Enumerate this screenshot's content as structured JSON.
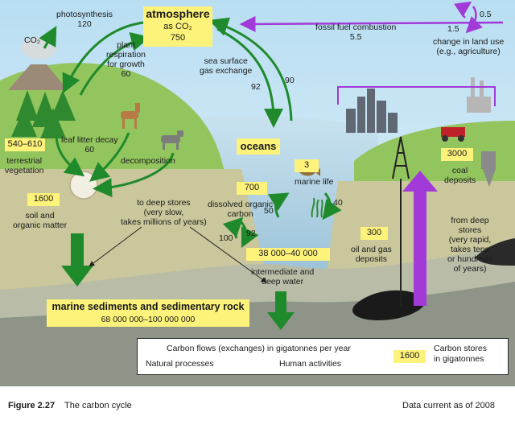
{
  "atmosphere": {
    "title": "atmosphere",
    "sub": "as CO₂",
    "value": "750"
  },
  "photosynthesis": {
    "label": "photosynthesis",
    "value": "120"
  },
  "co2_label": "CO₂",
  "plant_respiration": {
    "label1": "plant",
    "label2": "respiration",
    "label3": "for growth",
    "value": "60"
  },
  "sea_surface": {
    "label1": "sea surface",
    "label2": "gas exchange",
    "value_in": "92",
    "value_out": "90"
  },
  "fossil": {
    "label": "fossil fuel combustion",
    "value": "5.5"
  },
  "land_use": {
    "label1": "change in land use",
    "label2": "(e.g., agriculture)",
    "value_a": "0.5",
    "value_b": "1.5"
  },
  "terrestrial": {
    "value": "540–610",
    "label1": "terrestrial",
    "label2": "vegetation"
  },
  "leaf_litter": {
    "label": "leaf litter decay",
    "value": "60"
  },
  "decomposition": "decomposition",
  "oceans": "oceans",
  "marine_life": {
    "value": "3",
    "label": "marine life",
    "flow_a": "50",
    "flow_b": "40"
  },
  "dissolved": {
    "value": "700",
    "label1": "dissolved organic",
    "label2": "carbon",
    "flow_a": "100",
    "flow_b": "92"
  },
  "deep_water": {
    "value": "38 000–40 000",
    "label1": "intermediate and",
    "label2": "deep water"
  },
  "coal": {
    "value": "3000",
    "label1": "coal",
    "label2": "deposits"
  },
  "oil_gas": {
    "value": "300",
    "label1": "oil and gas",
    "label2": "deposits"
  },
  "soil": {
    "value": "1600",
    "label1": "soil and",
    "label2": "organic matter"
  },
  "deep_stores": {
    "label1": "to deep stores",
    "label2": "(very slow,",
    "label3": "takes millions of years)"
  },
  "from_deep": {
    "label1": "from deep",
    "label2": "stores",
    "label3": "(very rapid,",
    "label4": "takes tens",
    "label5": "or hundreds",
    "label6": "of years)"
  },
  "sediments": {
    "label": "marine sediments and sedimentary rock",
    "value": "68 000 000–100 000 000"
  },
  "legend": {
    "title": "Carbon flows (exchanges) in gigatonnes per year",
    "natural": "Natural processes",
    "human": "Human activities",
    "store_value": "1600",
    "store_label1": "Carbon stores",
    "store_label2": "in gigatonnes"
  },
  "caption": {
    "figure_no": "Figure 2.27",
    "title": "The carbon cycle",
    "note": "Data current as of 2008"
  },
  "colors": {
    "natural_arrow": "#1f8a2b",
    "human_arrow": "#a23ad8",
    "store_box": "#fdf27a",
    "sky": "#cfe9f7",
    "land": "#8fc35a",
    "ocean": "#a9cbe0"
  }
}
